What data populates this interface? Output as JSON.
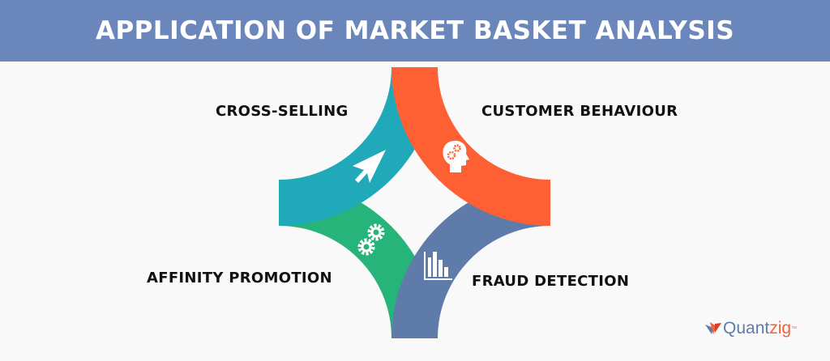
{
  "header": {
    "title": "APPLICATION OF MARKET BASKET ANALYSIS"
  },
  "segments": [
    {
      "label": "CROSS-SELLING",
      "icon": "cursor-arrow-icon",
      "color": "#1fa9b9"
    },
    {
      "label": "CUSTOMER BEHAVIOUR",
      "icon": "head-gears-icon",
      "color": "#fe5f33"
    },
    {
      "label": "AFFINITY PROMOTION",
      "icon": "gears-icon",
      "color": "#27b47a"
    },
    {
      "label": "FRAUD DETECTION",
      "icon": "bar-chart-icon",
      "color": "#5f7ba9"
    }
  ],
  "logo": {
    "part1": "Quant",
    "part2": "zig",
    "tm": "™"
  }
}
